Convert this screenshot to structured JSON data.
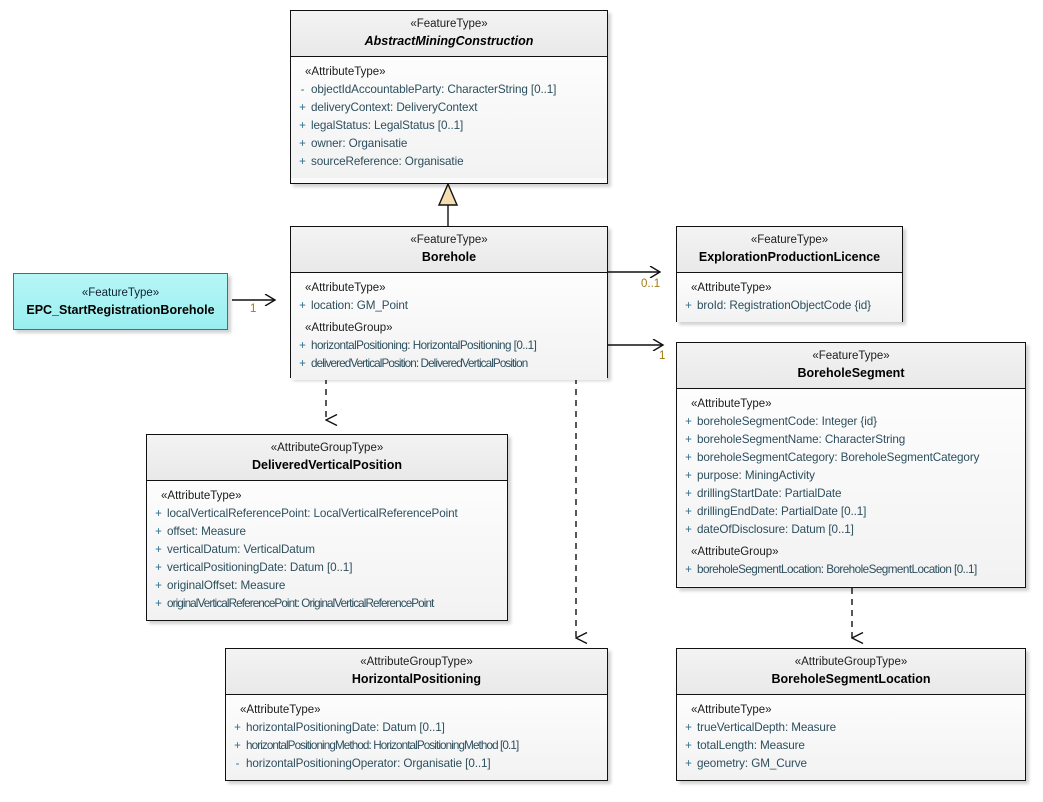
{
  "diagram": {
    "type": "uml-class-diagram",
    "background": "#ffffff",
    "accent_cyan": "#a8f2f2",
    "accent_border_cyan": "#13868f",
    "generalization_fill": "#f5ddb2",
    "multiplicity_color": "#a07a12",
    "attribute_color": "#2d4f5e"
  },
  "classes": {
    "abstract_mining_construction": {
      "stereotype": "«FeatureType»",
      "name": "AbstractMiningConstruction",
      "is_abstract": true,
      "groups": [
        {
          "label": "«AttributeType»",
          "attributes": [
            {
              "visibility": "-",
              "text": "objectIdAccountableParty: CharacterString [0..1]"
            },
            {
              "visibility": "+",
              "text": "deliveryContext: DeliveryContext"
            },
            {
              "visibility": "+",
              "text": "legalStatus: LegalStatus [0..1]"
            },
            {
              "visibility": "+",
              "text": "owner: Organisatie"
            },
            {
              "visibility": "+",
              "text": "sourceReference: Organisatie"
            }
          ]
        }
      ]
    },
    "borehole": {
      "stereotype": "«FeatureType»",
      "name": "Borehole",
      "is_abstract": false,
      "groups": [
        {
          "label": "«AttributeType»",
          "attributes": [
            {
              "visibility": "+",
              "text": "location: GM_Point"
            }
          ]
        },
        {
          "label": "«AttributeGroup»",
          "attributes": [
            {
              "visibility": "+",
              "text": "horizontalPositioning: HorizontalPositioning [0..1]"
            },
            {
              "visibility": "+",
              "text": "deliveredVerticalPosition: DeliveredVerticalPosition"
            }
          ]
        }
      ]
    },
    "epc_start_registration_borehole": {
      "stereotype": "«FeatureType»",
      "name": "EPC_StartRegistrationBorehole",
      "is_abstract": false,
      "groups": []
    },
    "exploration_production_licence": {
      "stereotype": "«FeatureType»",
      "name": "ExplorationProductionLicence",
      "is_abstract": false,
      "groups": [
        {
          "label": "«AttributeType»",
          "attributes": [
            {
              "visibility": "+",
              "text": "broId: RegistrationObjectCode {id}"
            }
          ]
        }
      ]
    },
    "borehole_segment": {
      "stereotype": "«FeatureType»",
      "name": "BoreholeSegment",
      "is_abstract": false,
      "groups": [
        {
          "label": "«AttributeType»",
          "attributes": [
            {
              "visibility": "+",
              "text": "boreholeSegmentCode: Integer {id}"
            },
            {
              "visibility": "+",
              "text": "boreholeSegmentName: CharacterString"
            },
            {
              "visibility": "+",
              "text": "boreholeSegmentCategory: BoreholeSegmentCategory"
            },
            {
              "visibility": "+",
              "text": "purpose: MiningActivity"
            },
            {
              "visibility": "+",
              "text": "drillingStartDate: PartialDate"
            },
            {
              "visibility": "+",
              "text": "drillingEndDate: PartialDate [0..1]"
            },
            {
              "visibility": "+",
              "text": "dateOfDisclosure: Datum [0..1]"
            }
          ]
        },
        {
          "label": "«AttributeGroup»",
          "attributes": [
            {
              "visibility": "+",
              "text": "boreholeSegmentLocation: BoreholeSegmentLocation [0..1]"
            }
          ]
        }
      ]
    },
    "delivered_vertical_position": {
      "stereotype": "«AttributeGroupType»",
      "name": "DeliveredVerticalPosition",
      "is_abstract": false,
      "groups": [
        {
          "label": "«AttributeType»",
          "attributes": [
            {
              "visibility": "+",
              "text": "localVerticalReferencePoint: LocalVerticalReferencePoint"
            },
            {
              "visibility": "+",
              "text": "offset: Measure"
            },
            {
              "visibility": "+",
              "text": "verticalDatum: VerticalDatum"
            },
            {
              "visibility": "+",
              "text": "verticalPositioningDate: Datum [0..1]"
            },
            {
              "visibility": "+",
              "text": "originalOffset: Measure"
            },
            {
              "visibility": "+",
              "text": "originalVerticalReferencePoint: OriginalVerticalReferencePoint"
            }
          ]
        }
      ]
    },
    "horizontal_positioning": {
      "stereotype": "«AttributeGroupType»",
      "name": "HorizontalPositioning",
      "is_abstract": false,
      "groups": [
        {
          "label": "«AttributeType»",
          "attributes": [
            {
              "visibility": "+",
              "text": "horizontalPositioningDate: Datum [0..1]"
            },
            {
              "visibility": "+",
              "text": "horizontalPositioningMethod: HorizontalPositioningMethod [0.1]"
            },
            {
              "visibility": "-",
              "text": "horizontalPositioningOperator: Organisatie [0..1]"
            }
          ]
        }
      ]
    },
    "borehole_segment_location": {
      "stereotype": "«AttributeGroupType»",
      "name": "BoreholeSegmentLocation",
      "is_abstract": false,
      "groups": [
        {
          "label": "«AttributeType»",
          "attributes": [
            {
              "visibility": "+",
              "text": "trueVerticalDepth: Measure"
            },
            {
              "visibility": "+",
              "text": "totalLength: Measure"
            },
            {
              "visibility": "+",
              "text": "geometry: GM_Curve"
            }
          ]
        }
      ]
    }
  },
  "connectors": {
    "epc_to_borehole": {
      "kind": "association",
      "target_multiplicity": "1"
    },
    "borehole_to_licence": {
      "kind": "association",
      "target_multiplicity": "0..1"
    },
    "borehole_to_segment": {
      "kind": "association",
      "target_multiplicity": "1"
    },
    "borehole_generalizes_amc": {
      "kind": "generalization",
      "target_multiplicity": ""
    },
    "borehole_to_dvp": {
      "kind": "dependency",
      "target_multiplicity": ""
    },
    "borehole_to_hp": {
      "kind": "dependency",
      "target_multiplicity": ""
    },
    "segment_to_bsl": {
      "kind": "dependency",
      "target_multiplicity": ""
    }
  }
}
